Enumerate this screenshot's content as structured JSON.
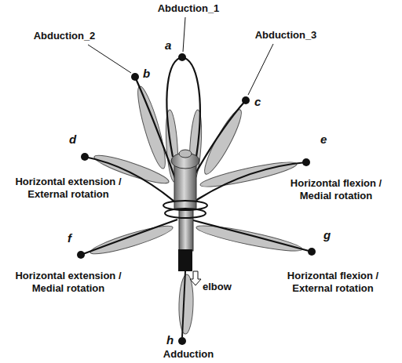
{
  "diagram": {
    "labels": [
      "Abduction_1",
      "a",
      "Abduction_2",
      "b",
      "Abduction_3",
      "c",
      "d",
      "Horizontal extension / External rotation",
      "e",
      "Horizontal flexion / Medial rotation",
      "f",
      "Horizontal extension / Medial rotation",
      "g",
      "Horizontal flexion / External rotation",
      "elbow",
      "h",
      "Adduction"
    ]
  }
}
